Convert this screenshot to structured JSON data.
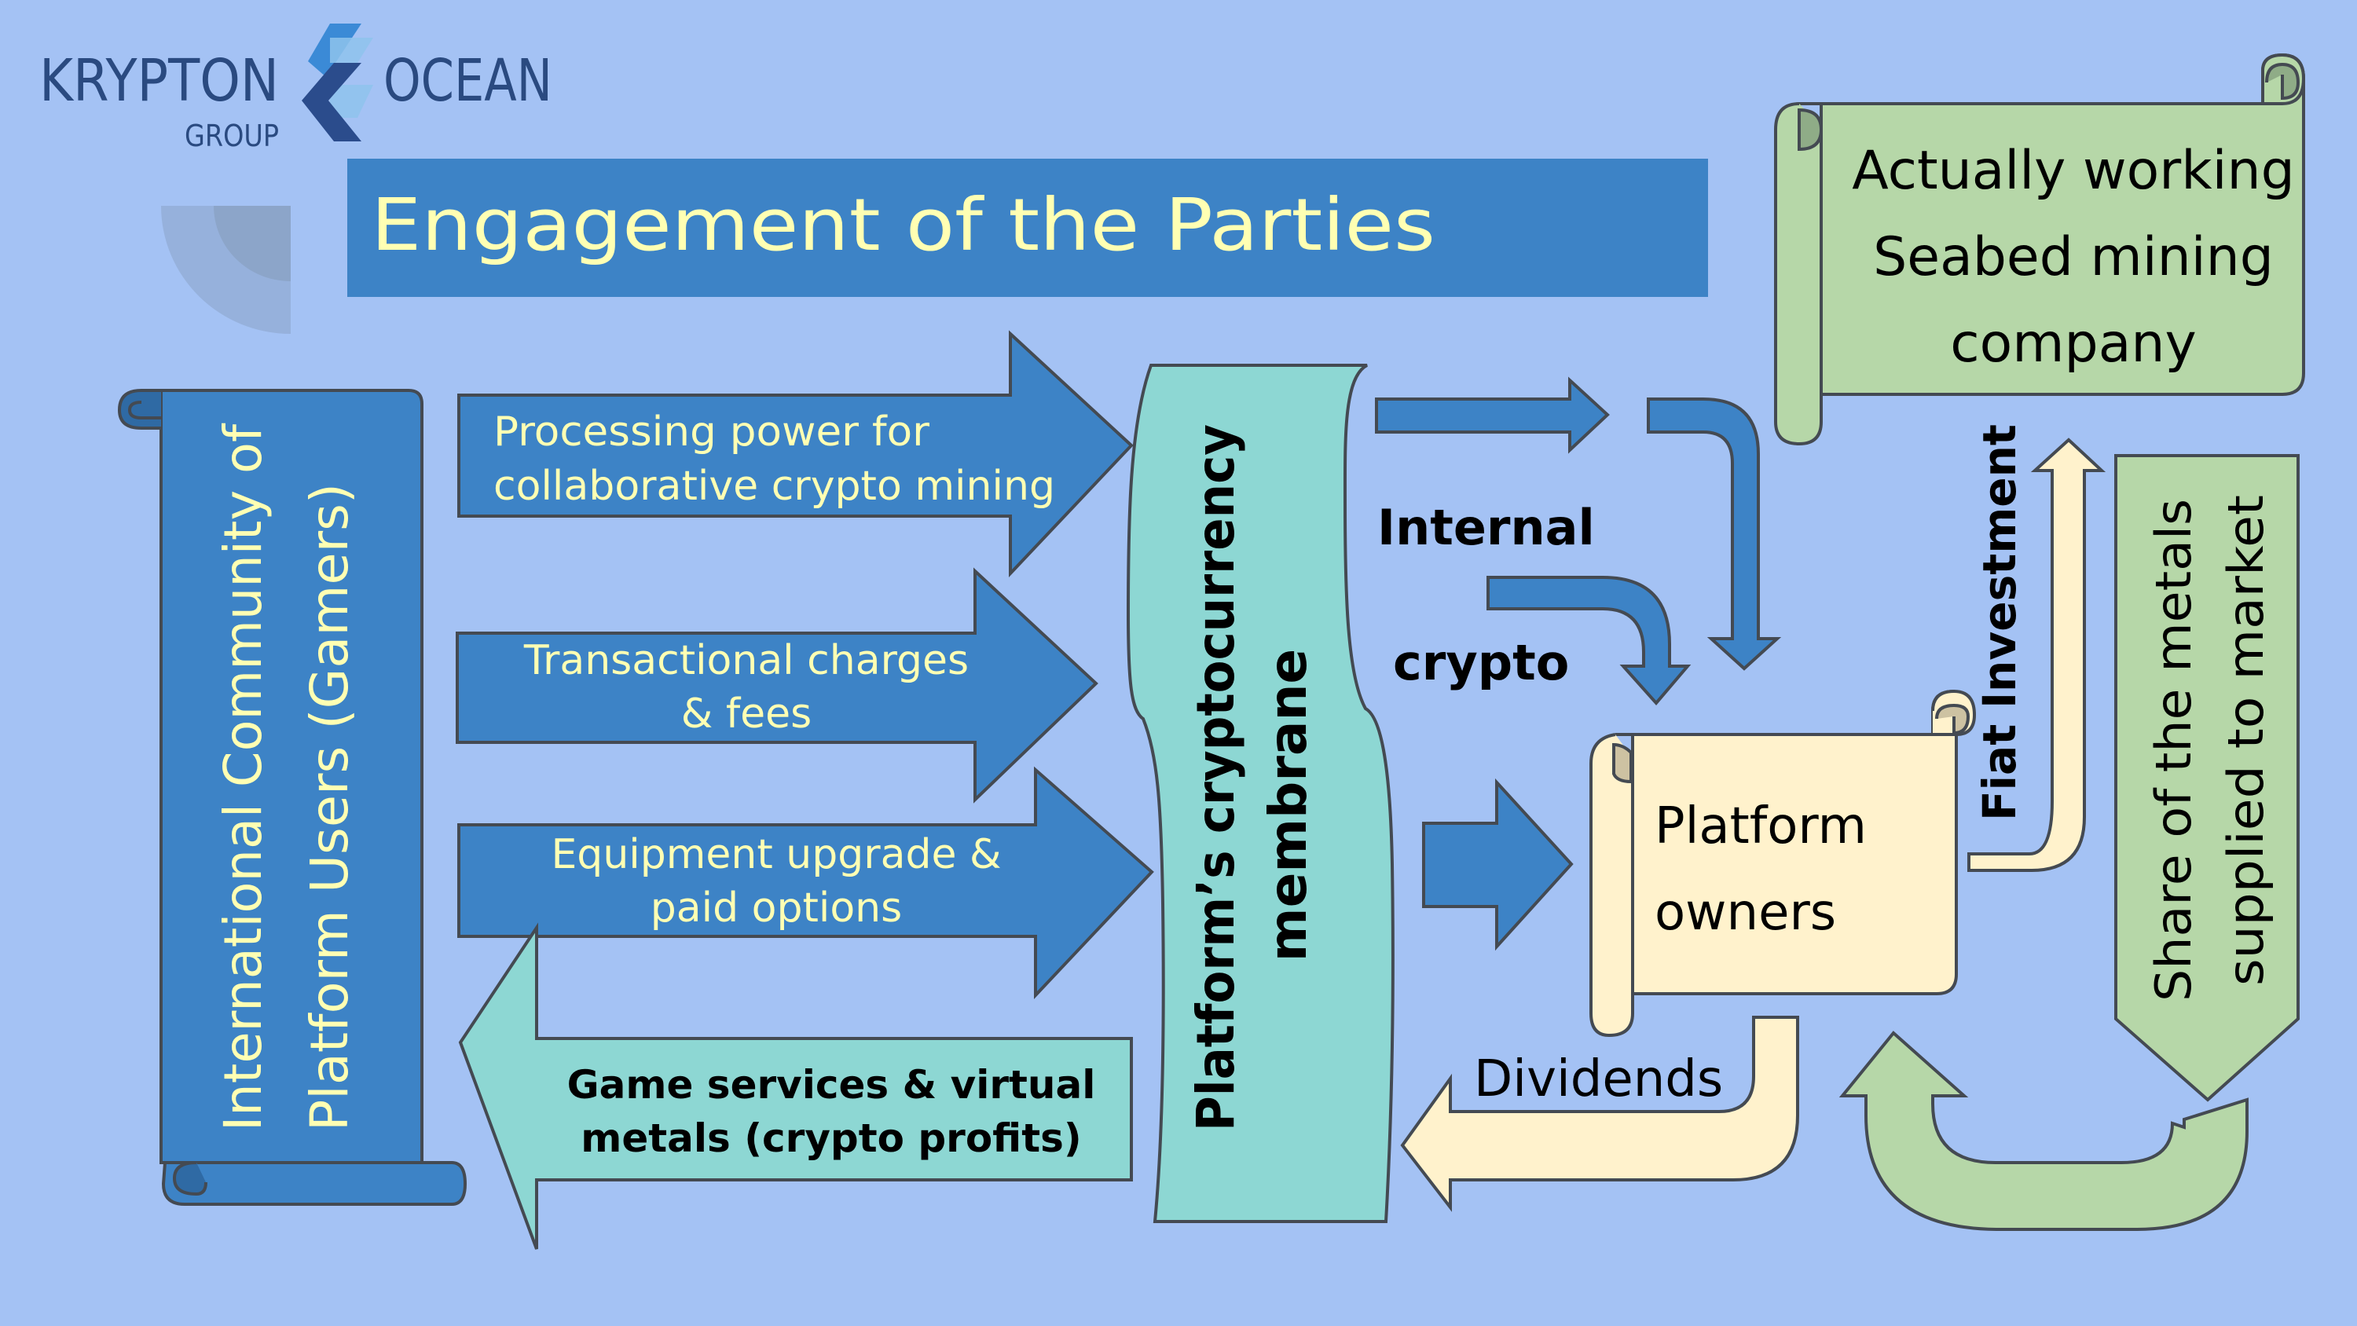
{
  "logo": {
    "left_word": "KRYPTON",
    "sub_word": "GROUP",
    "right_word": "OCEAN",
    "icon": "chevron-left-logo-icon",
    "colors": {
      "text": "#2a4a80",
      "chevron_light": "#3b8ad6",
      "chevron_dark": "#2b4c8c",
      "chevron_pale": "#8fc3ec"
    }
  },
  "title": "Engagement of the Parties",
  "colors": {
    "background": "#a4c2f4",
    "blue": "#3d83c6",
    "teal": "#8dd7d3",
    "green": "#b6d7a8",
    "cream": "#fff2cc",
    "title_text": "#ffffb3",
    "outline": "#444a52"
  },
  "users_scroll": {
    "line1": "International Community of",
    "line2": "Platform Users (Gamers)"
  },
  "inflows": [
    {
      "line1": "Processing power for",
      "line2": "collaborative crypto  mining"
    },
    {
      "line1": "Transactional charges",
      "line2": "& fees"
    },
    {
      "line1": "Equipment upgrade &",
      "line2": "paid options"
    }
  ],
  "outflow": {
    "line1": "Game services & virtual",
    "line2": "metals (crypto profits)"
  },
  "membrane": {
    "line1": "Platform’s cryptocurrency",
    "line2": "membrane"
  },
  "internal_crypto": {
    "line1": "Internal",
    "line2": "crypto"
  },
  "owners_scroll": {
    "line1": "Platform",
    "line2": "owners"
  },
  "mining_scroll": {
    "line1": "Actually working",
    "line2": "Seabed mining",
    "line3": "company"
  },
  "fiat_label": "Fiat Investment",
  "dividends_label": "Dividends",
  "metals_share": {
    "line1": "Share of the metals",
    "line2": "supplied to market"
  }
}
